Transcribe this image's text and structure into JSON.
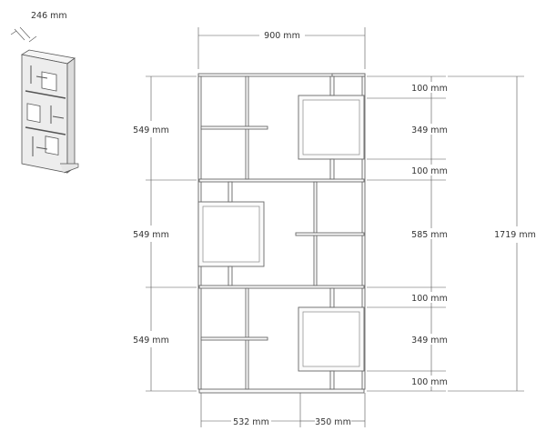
{
  "depth_label": "246 mm",
  "top": {
    "width_label": "900 mm"
  },
  "left_heights": [
    "549 mm",
    "549 mm",
    "549 mm"
  ],
  "right_segments": [
    "100 mm",
    "349 mm",
    "100 mm",
    "585 mm",
    "100 mm",
    "349 mm",
    "100 mm"
  ],
  "total_height_label": "1719 mm",
  "bottom": {
    "left_label": "532 mm",
    "right_label": "350 mm"
  },
  "colors": {
    "line": "#555555",
    "panel": "#f2f2f2"
  }
}
